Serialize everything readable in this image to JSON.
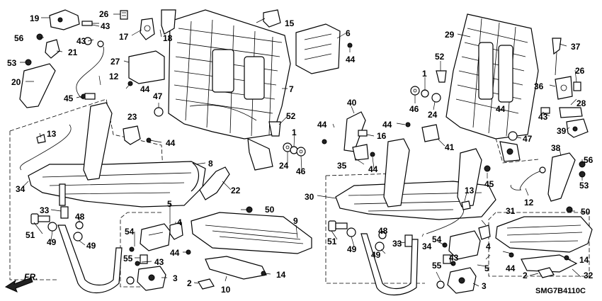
{
  "diagram": {
    "code": "SMG7B4110C",
    "direction_label": "FR.",
    "callouts": {
      "c19a": "19",
      "c26a": "26",
      "c43a": "43",
      "c56a": "56",
      "c43b": "43",
      "c17": "17",
      "c18": "18",
      "c53a": "53",
      "c21": "21",
      "c27": "27",
      "c12a": "12",
      "c20": "20",
      "c44a": "44",
      "c45a": "45",
      "c47a": "47",
      "c23": "23",
      "c13a": "13",
      "c44b": "44",
      "c15": "15",
      "c6": "6",
      "c44c": "44",
      "c7": "7",
      "c52a": "52",
      "c1a": "1",
      "c24a": "24",
      "c46a": "46",
      "c8": "8",
      "c22": "22",
      "c34a": "34",
      "c5a": "5",
      "c4a": "4",
      "c33a": "33",
      "c48a": "48",
      "c50a": "50",
      "c9": "9",
      "c51a": "51",
      "c49a": "49",
      "c49b": "49",
      "c54a": "54",
      "c44d": "44",
      "c55a": "55",
      "c43c": "43",
      "c3a": "3",
      "c2a": "2",
      "c10": "10",
      "c14a": "14",
      "c29": "29",
      "c37": "37",
      "c52b": "52",
      "c1b": "1",
      "c26b": "26",
      "c36": "36",
      "c46b": "46",
      "c24b": "24",
      "c28": "28",
      "c40": "40",
      "c44e": "44",
      "c44f": "44",
      "c43d": "43",
      "c16": "16",
      "c39": "39",
      "c47b": "47",
      "c41": "41",
      "c44g": "44",
      "c35": "35",
      "c44h": "44",
      "c38": "38",
      "c56b": "56",
      "c45b": "45",
      "c30": "30",
      "c13b": "13",
      "c53b": "53",
      "c12b": "12",
      "c31": "31",
      "c50b": "50",
      "c48b": "48",
      "c51b": "51",
      "c49c": "49",
      "c33b": "33",
      "c34b": "34",
      "c49d": "49",
      "c54b": "54",
      "c4b": "4",
      "c44i": "44",
      "c14b": "14",
      "c5b": "5",
      "c43e": "43",
      "c55b": "55",
      "c3b": "3",
      "c2b": "2",
      "c32": "32"
    }
  }
}
